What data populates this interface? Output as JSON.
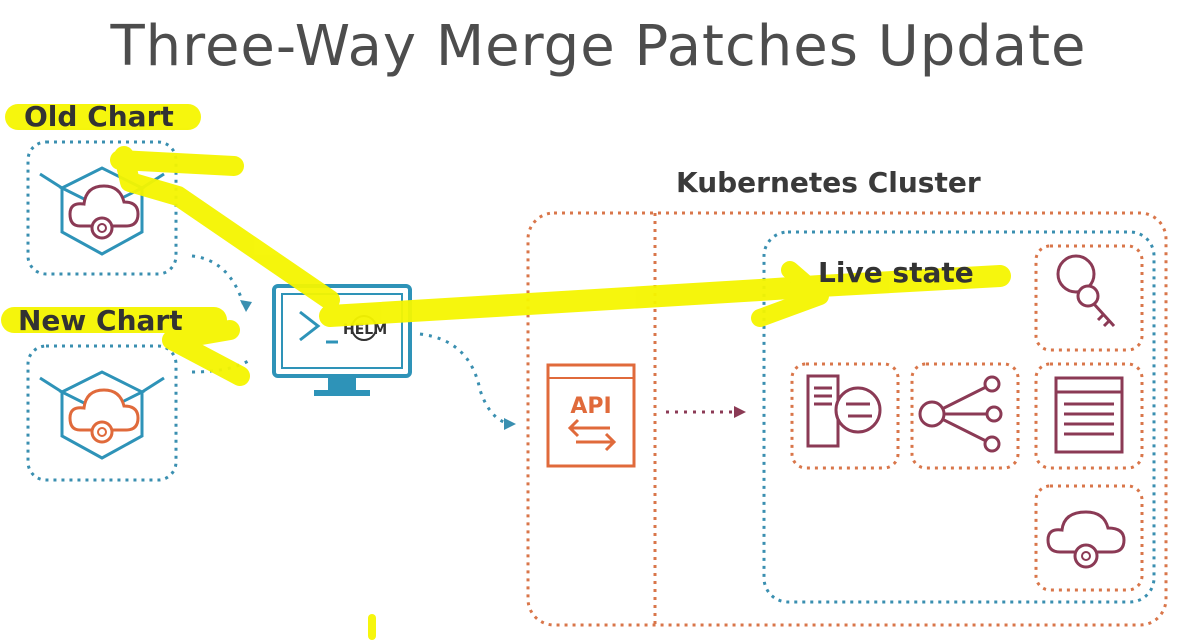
{
  "title": "Three-Way Merge Patches Update",
  "labels": {
    "old_chart": "Old Chart",
    "new_chart": "New Chart",
    "cluster": "Kubernetes Cluster",
    "live_state": "Live state",
    "helm": "HELM",
    "api": "API"
  },
  "colors": {
    "highlight": "#f5f500",
    "blue_dotted": "#3a8fb0",
    "orange_dotted": "#d9764a",
    "maroon_icon": "#8b3a55",
    "orange_icon": "#e06a3b",
    "teal_icon": "#2e93b8"
  }
}
